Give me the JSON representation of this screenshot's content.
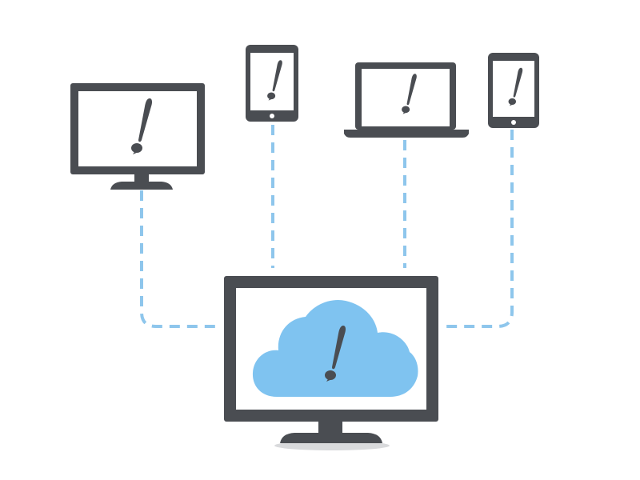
{
  "colors": {
    "device": "#4a4d52",
    "screen": "#ffffff",
    "connector": "#8ec6ec",
    "cloud": "#7fc3f0",
    "shadow": "#d9dadc",
    "logo": "#4a4d52"
  },
  "devices": [
    {
      "name": "desktop-monitor",
      "icon": "monitor-icon"
    },
    {
      "name": "tablet-left",
      "icon": "tablet-icon"
    },
    {
      "name": "laptop",
      "icon": "laptop-icon"
    },
    {
      "name": "tablet-right",
      "icon": "tablet-icon"
    }
  ],
  "hub": {
    "name": "central-monitor",
    "icon": "cloud-icon"
  },
  "logo_icon": "quill-pen-icon"
}
